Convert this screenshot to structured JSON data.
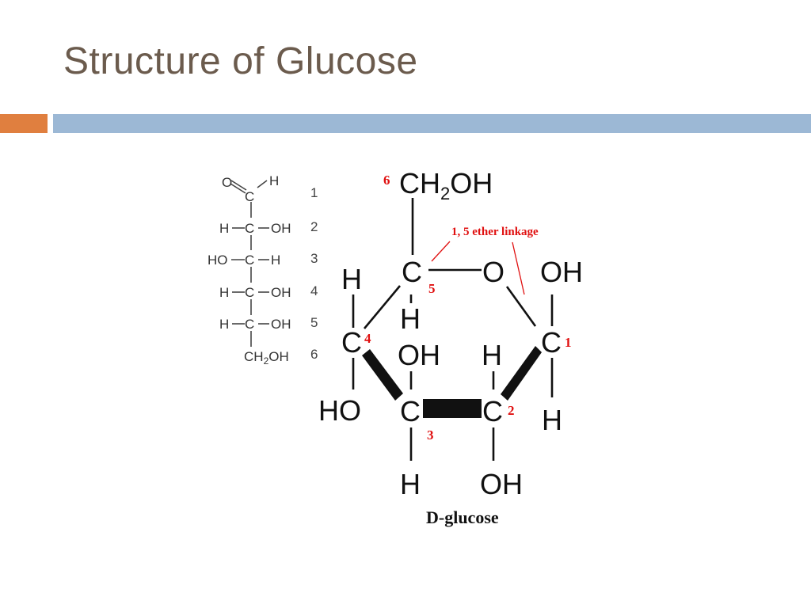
{
  "slide": {
    "title": "Structure of Glucose",
    "colors": {
      "title": "#6b5b4d",
      "accent_bar": "#e07f3f",
      "main_bar": "#9cb8d5",
      "annotation": "#e01010"
    }
  },
  "fischer": {
    "top_O": "O",
    "top_C": "C",
    "top_H": "H",
    "rows": [
      {
        "left": "H",
        "center": "C",
        "right": "OH"
      },
      {
        "left": "HO",
        "center": "C",
        "right": "H"
      },
      {
        "left": "H",
        "center": "C",
        "right": "OH"
      },
      {
        "left": "H",
        "center": "C",
        "right": "OH"
      }
    ],
    "bottom_prefix": "CH",
    "bottom_sub": "2",
    "bottom_suffix": "OH",
    "numbers": [
      "1",
      "2",
      "3",
      "4",
      "5",
      "6"
    ]
  },
  "haworth": {
    "ch2oh_prefix": "CH",
    "ch2oh_sub": "2",
    "ch2oh_suffix": "OH",
    "ring_O": "O",
    "c5": "C",
    "c5_H_top": "H",
    "c5_H_bottom": "H",
    "c4": "C",
    "c4_HO": "HO",
    "c3": "C",
    "c3_OH": "OH",
    "c3_H": "H",
    "c2": "C",
    "c2_H": "H",
    "c2_OH": "OH",
    "c1": "C",
    "c1_OH": "OH",
    "c1_H": "H",
    "numbers": {
      "c1": "1",
      "c2": "2",
      "c3": "3",
      "c4": "4",
      "c5": "5",
      "c6": "6"
    },
    "linkage_label": "1, 5 ether linkage",
    "caption": "D-glucose"
  }
}
